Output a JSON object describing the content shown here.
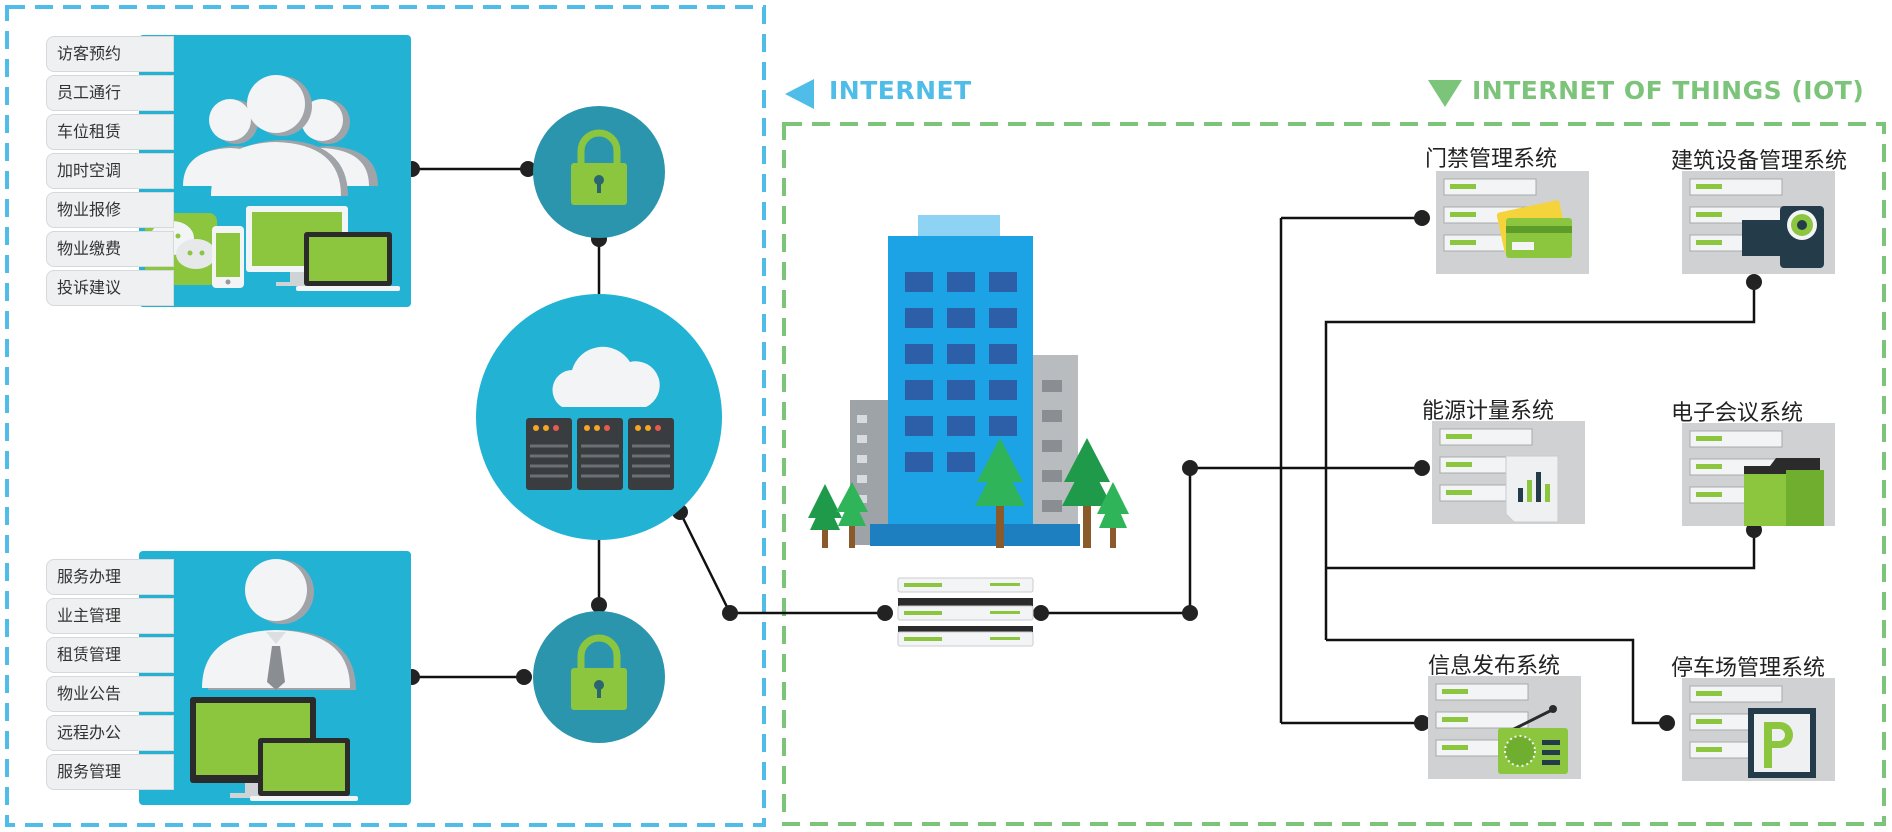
{
  "zones": {
    "internet": {
      "title": "INTERNET",
      "color": "#4fbde8"
    },
    "iot": {
      "title": "INTERNET OF THINGS (IOT)",
      "color": "#7cc47a"
    }
  },
  "menus": {
    "top": [
      "访客预约",
      "员工通行",
      "车位租赁",
      "加时空调",
      "物业报修",
      "物业缴费",
      "投诉建议"
    ],
    "bottom": [
      "服务办理",
      "业主管理",
      "租赁管理",
      "物业公告",
      "远程办公",
      "服务管理"
    ]
  },
  "systems": {
    "access": "门禁管理系统",
    "equipment": "建筑设备管理系统",
    "energy": "能源计量系统",
    "meeting": "电子会议系统",
    "info": "信息发布系统",
    "parking": "停车场管理系统"
  },
  "icons": [
    "users-icon",
    "chat-icon",
    "phone-icon",
    "monitor-icon",
    "laptop-icon",
    "lock-icon",
    "cloud-icon",
    "server-icon",
    "building-icon",
    "tree-icon",
    "router-icon",
    "card-icon",
    "camera-icon",
    "chart-icon",
    "folder-icon",
    "radio-icon",
    "parking-icon"
  ],
  "colors": {
    "panel": "#22b3d4",
    "lock_circle": "#2a95ad",
    "cloud_circle": "#22b3d4",
    "accent_green": "#8cc63f",
    "building_blue": "#1ba3e6",
    "line": "#111111"
  }
}
